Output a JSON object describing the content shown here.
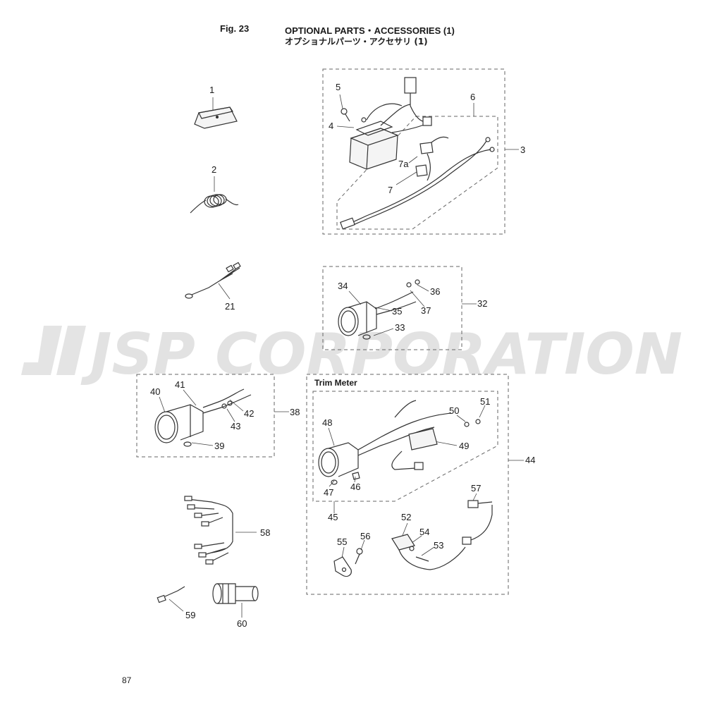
{
  "header": {
    "figure": "Fig. 23",
    "title_en": "OPTIONAL PARTS・ACCESSORIES (1)",
    "title_jp": "オプショナルパーツ・アクセサリ (1)"
  },
  "watermark": {
    "text": "JSP CORPORATION",
    "color": "#e2e2e2"
  },
  "group_titles": {
    "trim_meter": "Trim Meter"
  },
  "part_labels": [
    "1",
    "2",
    "3",
    "4",
    "5",
    "6",
    "7a",
    "7",
    "21",
    "32",
    "33",
    "34",
    "35",
    "36",
    "37",
    "38",
    "39",
    "40",
    "41",
    "42",
    "43",
    "44",
    "45",
    "46",
    "47",
    "48",
    "49",
    "50",
    "51",
    "52",
    "53",
    "54",
    "55",
    "56",
    "57",
    "58",
    "59",
    "60"
  ],
  "footer": {
    "page_number": "87"
  }
}
